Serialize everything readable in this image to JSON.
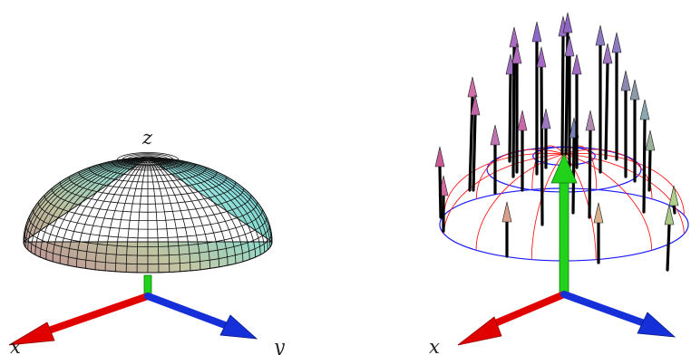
{
  "labels": {
    "left_x": "x",
    "left_y": "y",
    "left_z": "z",
    "right_x": "x"
  },
  "colors": {
    "x_axis": "#e00000",
    "y_axis": "#1530d8",
    "z_axis": "#22d11a",
    "background": "#ffffff",
    "mesh_line": "#111111",
    "boundary_circle": "#1a1aff",
    "meridian": "#ff1a1a",
    "vector_shaft": "#000000"
  },
  "icons": {
    "x_arrow": "red-arrow-icon",
    "y_arrow": "blue-arrow-icon",
    "z_arrow": "green-arrow-icon"
  }
}
